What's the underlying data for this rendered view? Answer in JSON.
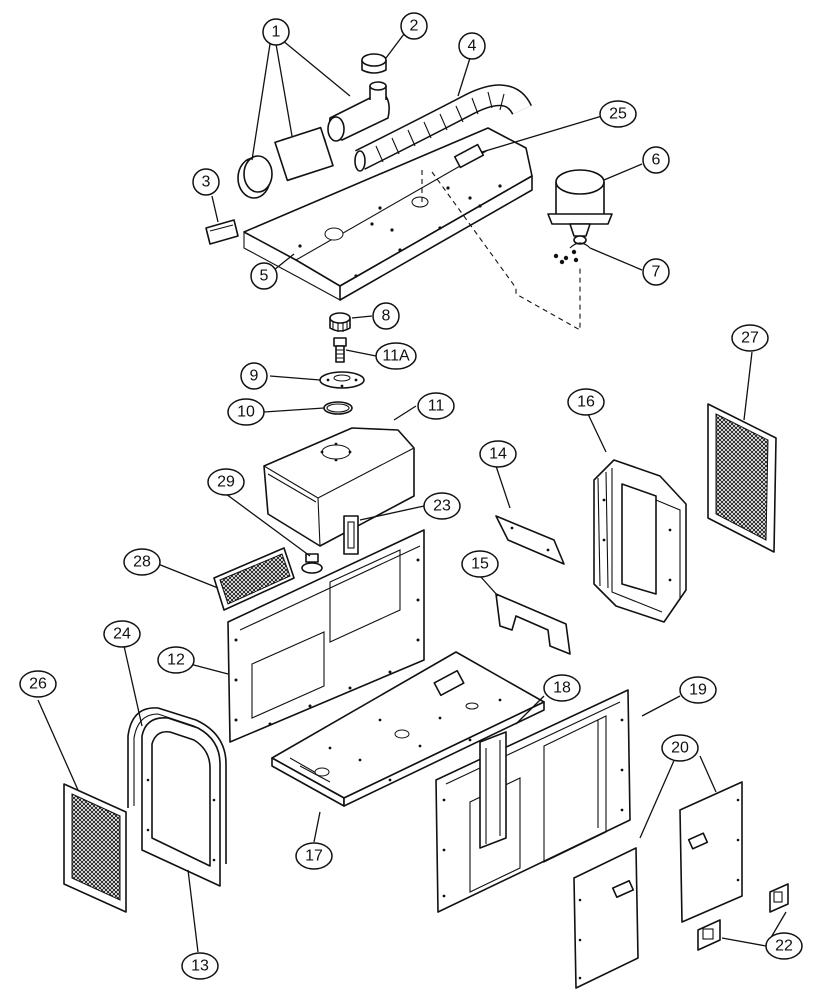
{
  "callouts": {
    "c1": "1",
    "c2": "2",
    "c3": "3",
    "c4": "4",
    "c25": "25",
    "c6": "6",
    "c5": "5",
    "c7": "7",
    "c8": "8",
    "c11a": "11A",
    "c9": "9",
    "c10": "10",
    "c11": "11",
    "c27": "27",
    "c16": "16",
    "c14": "14",
    "c29": "29",
    "c23": "23",
    "c28": "28",
    "c15": "15",
    "c24": "24",
    "c12": "12",
    "c26": "26",
    "c18": "18",
    "c19": "19",
    "c20": "20",
    "c17": "17",
    "c22": "22",
    "c13": "13"
  },
  "colors": {
    "line": "#111111",
    "background": "#ffffff"
  }
}
